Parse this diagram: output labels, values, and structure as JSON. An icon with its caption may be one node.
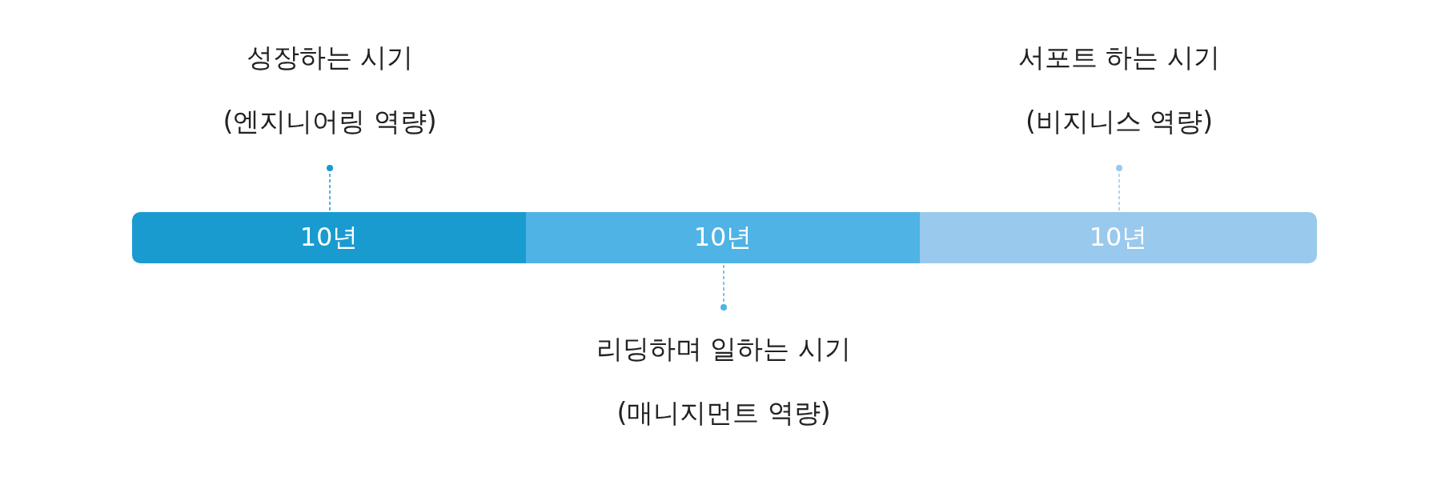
{
  "diagram": {
    "nodes": [
      {
        "text": [
          "10년"
        ]
      },
      {
        "text": [
          "10년"
        ]
      },
      {
        "text": [
          "10년"
        ]
      },
      {
        "text": [
          "성장하는 시기",
          "(엔지니어링 역량)"
        ]
      },
      {
        "text": [
          "리딩하며 일하는 시기",
          "(매니지먼트 역량)"
        ]
      },
      {
        "text": [
          "서포트 하는 시기",
          "(비지니스 역량)"
        ]
      }
    ],
    "edges": [
      {
        "from": 3,
        "to": 0,
        "arrow": "other",
        "style": "dashed",
        "color": "#1a9bd0"
      },
      {
        "from": 4,
        "to": 1,
        "arrow": "other",
        "style": "dashed",
        "color": "#4fb3e5"
      },
      {
        "from": 5,
        "to": 2,
        "arrow": "other",
        "style": "dashed",
        "color": "#99c9ec"
      }
    ]
  }
}
